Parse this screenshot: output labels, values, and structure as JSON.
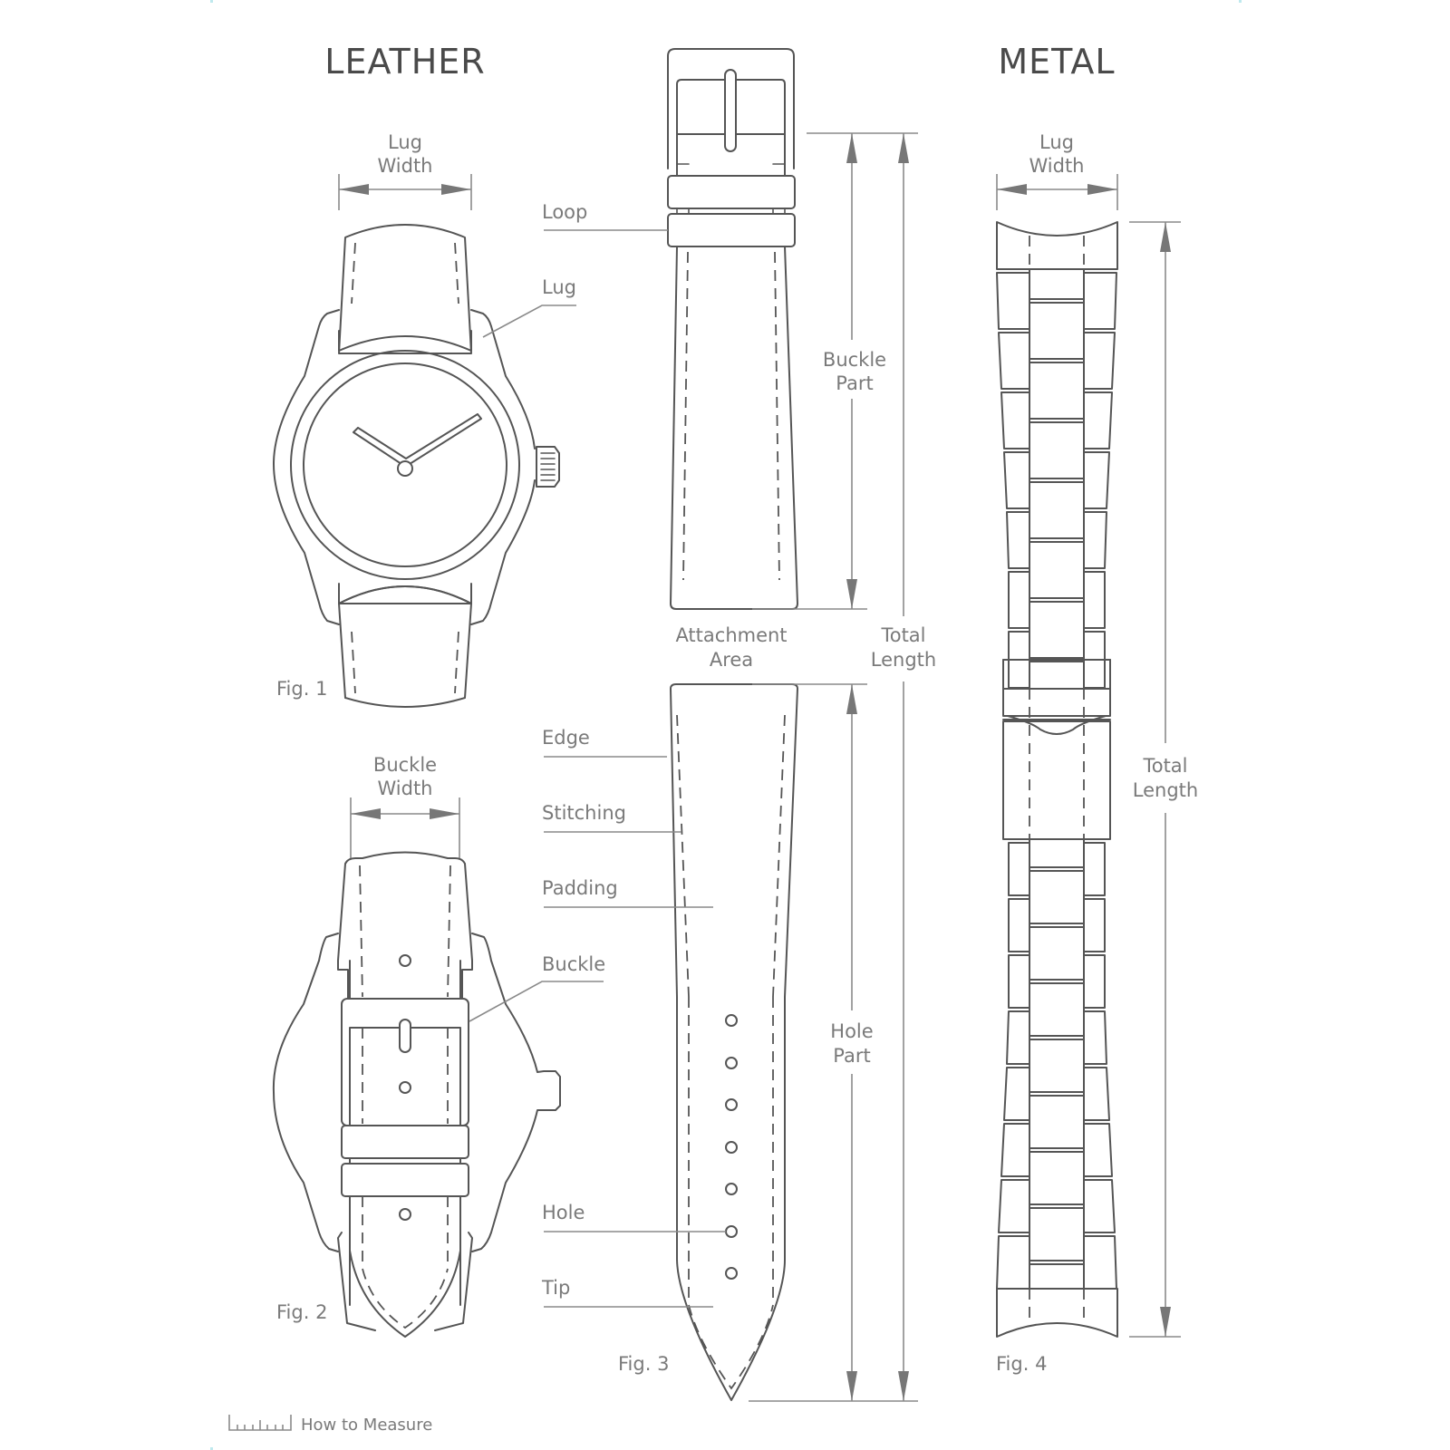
{
  "sections": {
    "leather_title": "LEATHER",
    "metal_title": "METAL"
  },
  "fig1": {
    "caption": "Fig. 1",
    "dimension_label_line1": "Lug",
    "dimension_label_line2": "Width",
    "callouts": {
      "lug": "Lug"
    }
  },
  "fig2": {
    "caption": "Fig. 2",
    "dimension_label_line1": "Buckle",
    "dimension_label_line2": "Width",
    "callouts": {
      "buckle": "Buckle"
    }
  },
  "fig3": {
    "caption": "Fig. 3",
    "callouts": {
      "loop": "Loop",
      "edge": "Edge",
      "stitching": "Stitching",
      "padding": "Padding",
      "hole": "Hole",
      "tip": "Tip"
    },
    "buckle_part_line1": "Buckle",
    "buckle_part_line2": "Part",
    "attachment_line1": "Attachment",
    "attachment_line2": "Area",
    "total_line1": "Total",
    "total_line2": "Length",
    "hole_part_line1": "Hole",
    "hole_part_line2": "Part",
    "hole_count": 7
  },
  "fig4": {
    "caption": "Fig. 4",
    "dimension_label_line1": "Lug",
    "dimension_label_line2": "Width",
    "total_line1": "Total",
    "total_line2": "Length"
  },
  "footer": {
    "icon": "ruler-icon",
    "label": "How to Measure"
  },
  "colors": {
    "line": "#555555",
    "dimension": "#8a8a8a",
    "label_text": "#7a7a7a",
    "title_text": "#4a4a4a",
    "background": "#ffffff"
  }
}
